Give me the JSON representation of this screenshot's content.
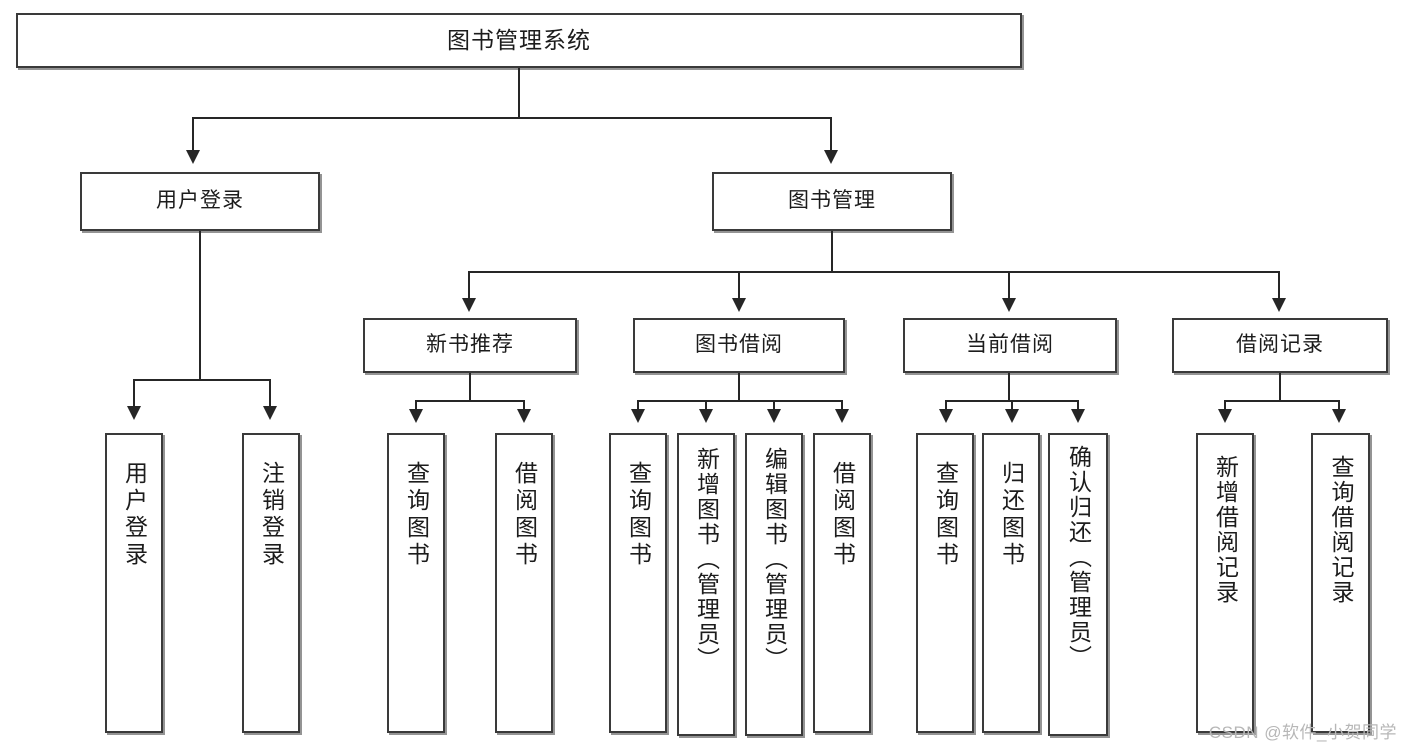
{
  "diagram": {
    "title": "图书管理系统",
    "watermark": "CSDN @软件_小贺同学",
    "level2": {
      "user_login": "用户登录",
      "book_manage": "图书管理"
    },
    "level3": {
      "new_book_recommend": "新书推荐",
      "book_borrow": "图书借阅",
      "current_borrow": "当前借阅",
      "borrow_record": "借阅记录"
    },
    "leaves": {
      "user_login_1": "用户登录",
      "user_login_2": "注销登录",
      "recommend_1": "查询图书",
      "recommend_2": "借阅图书",
      "borrow_1": "查询图书",
      "borrow_2": "新增图书（管理员）",
      "borrow_3": "编辑图书（管理员）",
      "borrow_4": "借阅图书",
      "current_1": "查询图书",
      "current_2": "归还图书",
      "current_3": "确认归还（管理员）",
      "record_1": "新增借阅记录",
      "record_2": "查询借阅记录"
    }
  },
  "colors": {
    "box_border": "#3a3a3a",
    "line": "#262626",
    "background": "#ffffff",
    "watermark": "#b7b7b7"
  }
}
